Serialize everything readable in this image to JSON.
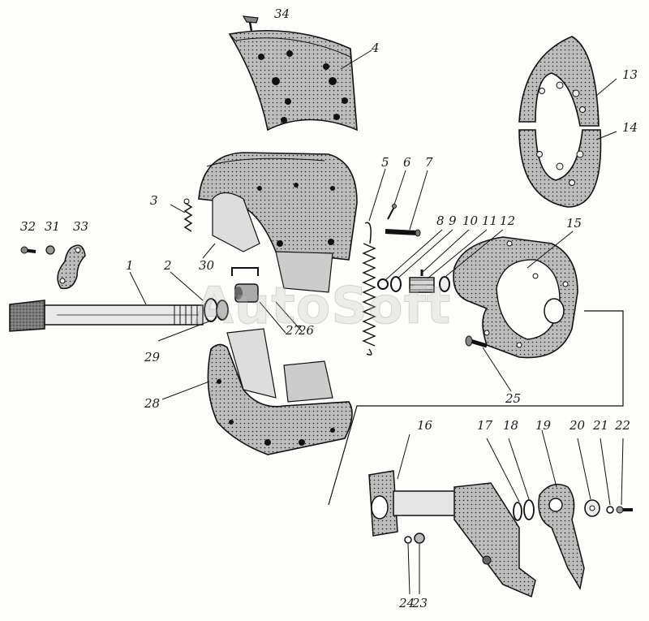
{
  "watermark": "AutoSoft",
  "labels": {
    "l1": "1",
    "l2": "2",
    "l3": "3",
    "l4": "4",
    "l5": "5",
    "l6": "6",
    "l7": "7",
    "l8": "8",
    "l9": "9",
    "l10": "10",
    "l11": "11",
    "l12": "12",
    "l13": "13",
    "l14": "14",
    "l15": "15",
    "l16": "16",
    "l17": "17",
    "l18": "18",
    "l19": "19",
    "l20": "20",
    "l21": "21",
    "l22": "22",
    "l23": "23",
    "l24": "24",
    "l25": "25",
    "l26": "26",
    "l27": "27",
    "l28": "28",
    "l29": "29",
    "l30": "30",
    "l31": "31",
    "l32": "32",
    "l33": "33",
    "l34": "34"
  }
}
